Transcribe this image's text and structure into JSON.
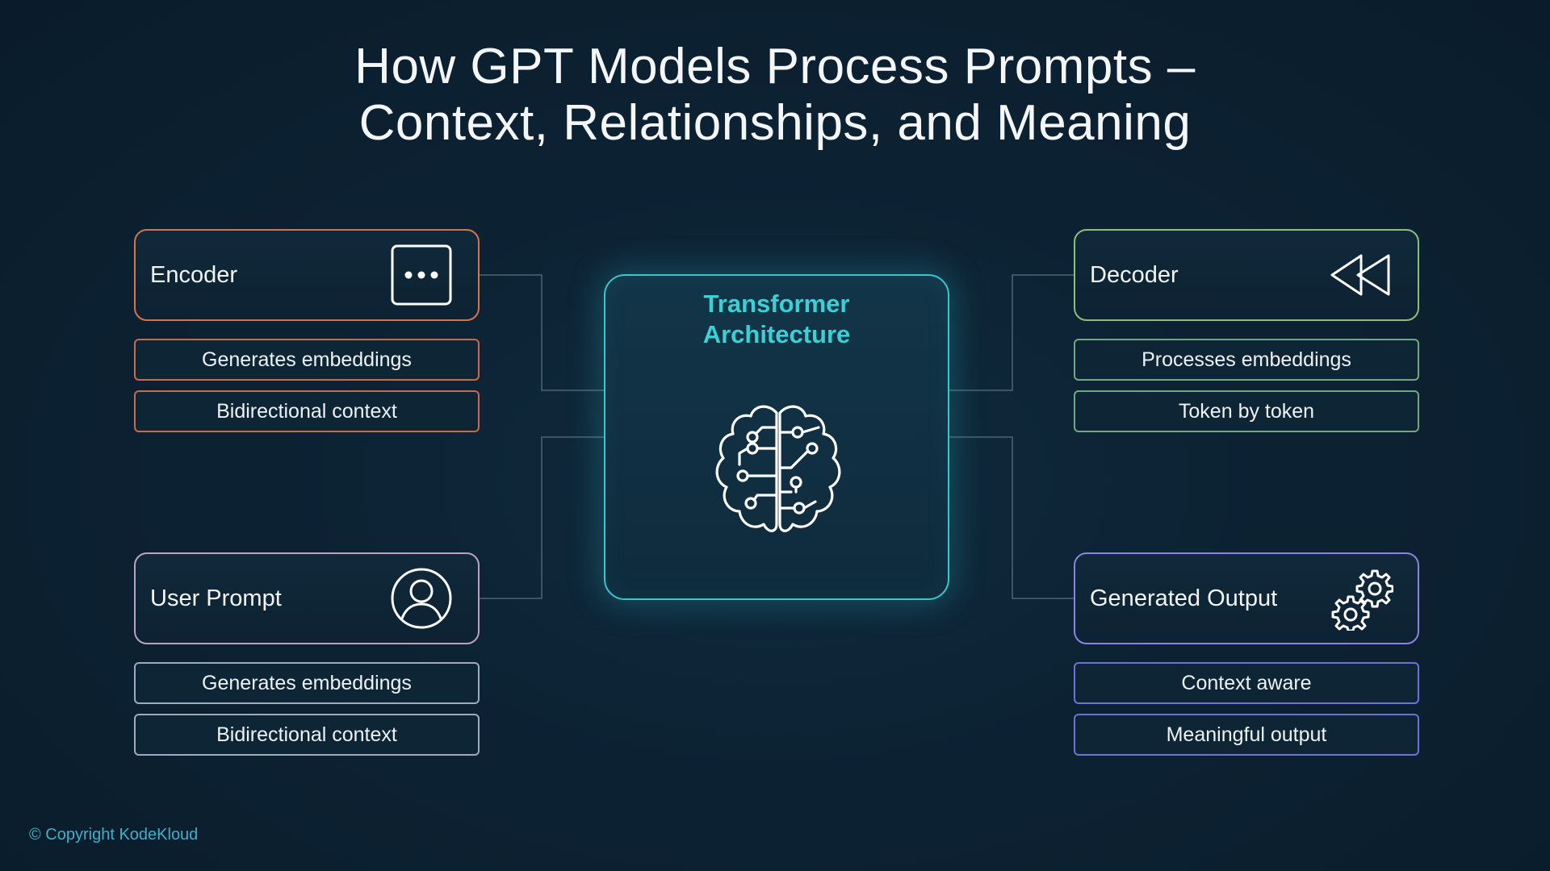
{
  "title": {
    "line1": "How GPT Models Process Prompts –",
    "line2": "Context, Relationships, and Meaning"
  },
  "center": {
    "title_line1": "Transformer",
    "title_line2": "Architecture",
    "icon": "brain-circuit-icon",
    "accent": "#38c6cf"
  },
  "encoder": {
    "label": "Encoder",
    "icon": "ellipsis-icon",
    "color": "#d9714f",
    "items": [
      "Generates embeddings",
      "Bidirectional context"
    ]
  },
  "user_prompt": {
    "label": "User Prompt",
    "icon": "user-icon",
    "color": "#b9a2c6",
    "items": [
      "Generates embeddings",
      "Bidirectional context"
    ]
  },
  "decoder": {
    "label": "Decoder",
    "icon": "rewind-icon",
    "color": "#8fbf74",
    "items": [
      "Processes embeddings",
      "Token by token"
    ]
  },
  "generated_output": {
    "label": "Generated Output",
    "icon": "gears-icon",
    "color": "#8c83e0",
    "items": [
      "Context aware",
      "Meaningful output"
    ]
  },
  "footer": {
    "copyright": "© Copyright KodeKloud"
  }
}
